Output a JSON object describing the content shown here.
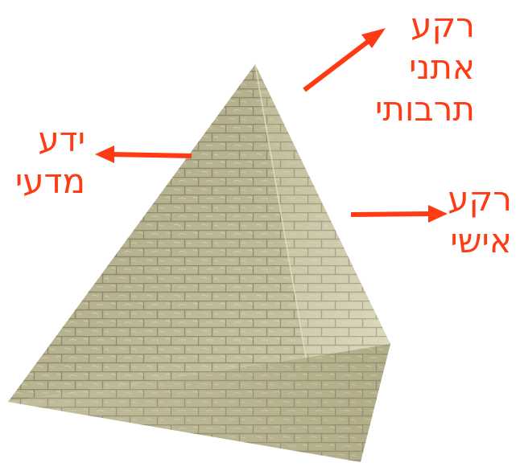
{
  "colors": {
    "label": "#ff3b14",
    "arrow": "#ff3b14",
    "stone_light": "#c8c4a4",
    "stone_mid": "#a8a27e",
    "stone_dark": "#8a8462",
    "mortar": "#6f6a50"
  },
  "labels": {
    "ethnic_cultural": {
      "line1": "רקע",
      "line2": "אתני",
      "line3": "תרבותי"
    },
    "scientific_knowledge": {
      "line1": "ידע",
      "line2": "מדעי"
    },
    "personal_background": {
      "line1": "רקע",
      "line2": "אישי"
    }
  },
  "image": {
    "subject": "stone-pyramid-tetrahedron"
  }
}
